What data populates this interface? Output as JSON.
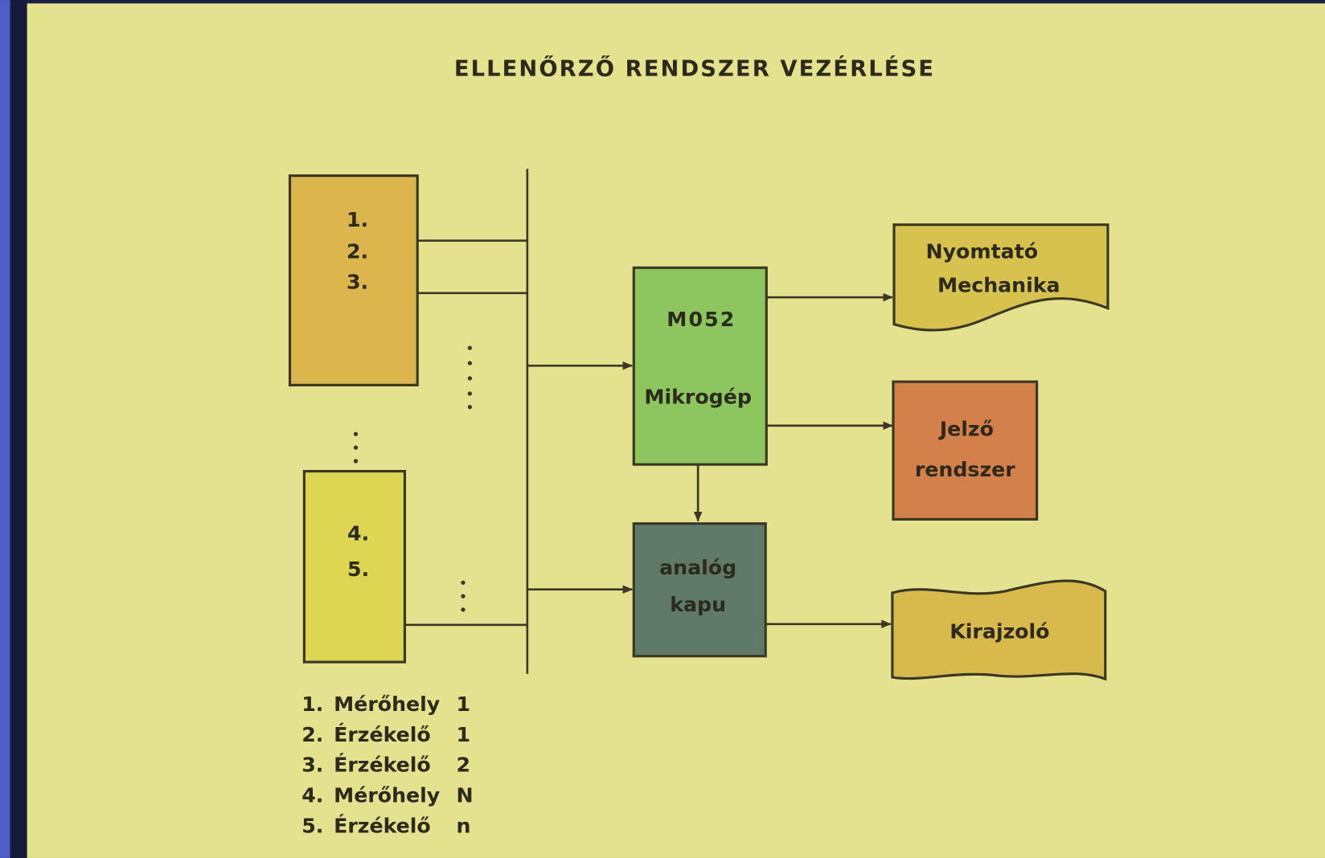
{
  "title": "ELLENŐRZŐ RENDSZER VEZÉRLÉSE",
  "input_box_top": {
    "lines": [
      "1.",
      "2.",
      "3."
    ]
  },
  "input_box_bottom": {
    "lines": [
      "4.",
      "5."
    ]
  },
  "processor": {
    "line1": "M052",
    "line2": "Mikrogép"
  },
  "analog_gate": {
    "line1": "analóg",
    "line2": "kapu"
  },
  "printer": {
    "line1": "Nyomtató",
    "line2": "Mechanika"
  },
  "signal": {
    "line1": "Jelző",
    "line2": "rendszer"
  },
  "plotter": {
    "label": "Kirajzoló"
  },
  "legend": [
    {
      "num": "1.",
      "text": "Mérőhely",
      "idx": "1"
    },
    {
      "num": "2.",
      "text": "Érzékelő",
      "idx": "1"
    },
    {
      "num": "3.",
      "text": "Érzékelő",
      "idx": "2"
    },
    {
      "num": "4.",
      "text": "Mérőhely",
      "idx": "N"
    },
    {
      "num": "5.",
      "text": "Érzékelő",
      "idx": "n"
    }
  ],
  "colors": {
    "background": "#e4e28c",
    "box_top": "#dbb64c",
    "box_bottom": "#dcd650",
    "processor": "#8cc65c",
    "analog_gate": "#5f7a68",
    "printer": "#d6c24c",
    "signal": "#d4804a",
    "plotter": "#d8ba4c"
  }
}
